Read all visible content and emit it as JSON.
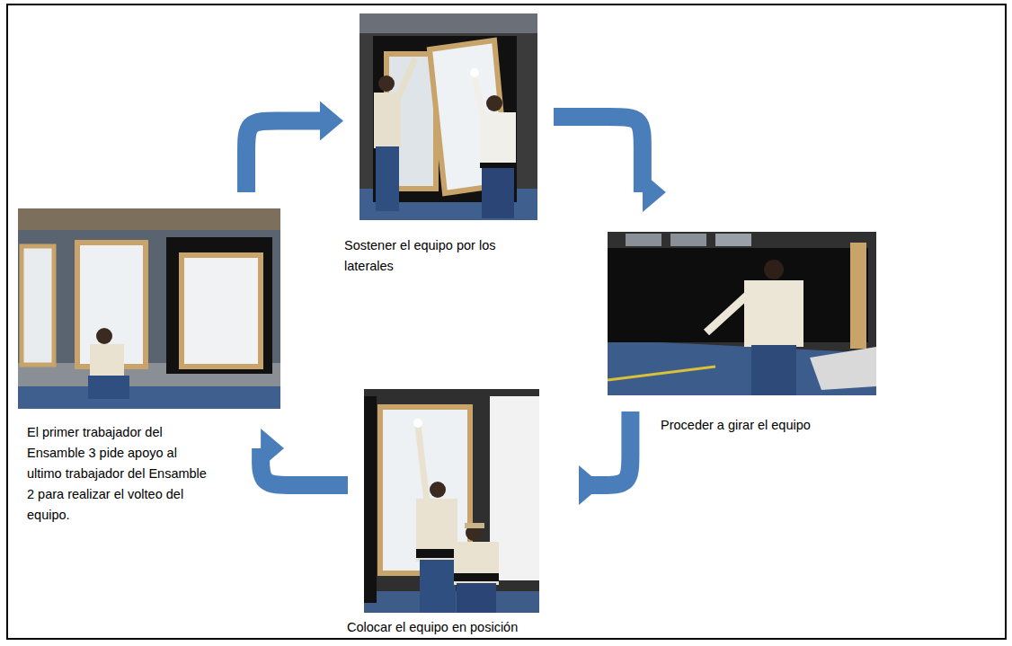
{
  "diagram": {
    "nodes": [
      {
        "text": [
          "El primer trabajador del Ensamble 3 pide apoyo al ultimo trabajador del Ensamble 2 para realizar el volteo del equipo."
        ]
      },
      {
        "text": [
          "Sostener el equipo por los laterales"
        ]
      },
      {
        "text": [
          "Proceder a girar el equipo"
        ]
      },
      {
        "text": [
          "Colocar el equipo en posición"
        ]
      }
    ],
    "edges": [
      {
        "from": 0,
        "to": 1,
        "arrow": "to"
      },
      {
        "from": 1,
        "to": 2,
        "arrow": "to"
      },
      {
        "from": 2,
        "to": 3,
        "arrow": "to"
      },
      {
        "from": 3,
        "to": 0,
        "arrow": "to"
      }
    ]
  }
}
